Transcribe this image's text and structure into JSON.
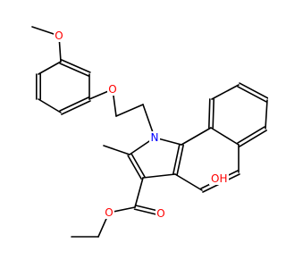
{
  "colors": {
    "background": "#ffffff",
    "bond": "#000000",
    "oxygen": "#ff0000",
    "nitrogen": "#0000ff"
  },
  "atoms": {
    "ether_top_o": {
      "text": "O",
      "color": "oxygen"
    },
    "ether_mid_o": {
      "text": "O",
      "color": "oxygen"
    },
    "ring_n": {
      "text": "N",
      "color": "nitrogen"
    },
    "hydroxyl": {
      "text": "OH",
      "color": "oxygen"
    },
    "carbonyl_o": {
      "text": "O",
      "color": "oxygen"
    },
    "ester_o": {
      "text": "O",
      "color": "oxygen"
    }
  }
}
